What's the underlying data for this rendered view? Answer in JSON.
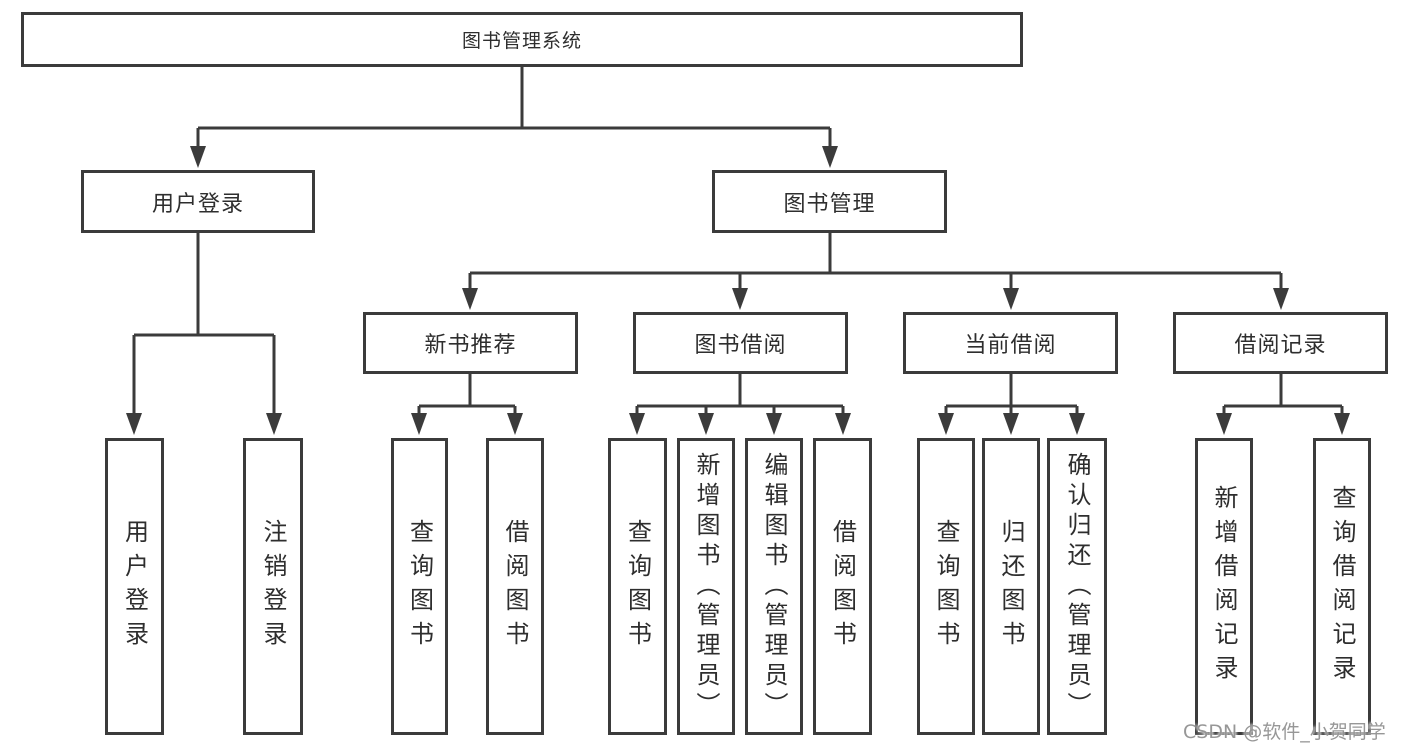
{
  "diagram": {
    "root": {
      "label": "图书管理系统"
    },
    "level2": {
      "user_login": {
        "label": "用户登录"
      },
      "book_mgmt": {
        "label": "图书管理"
      }
    },
    "level3": {
      "new_book_rec": {
        "label": "新书推荐"
      },
      "book_borrow": {
        "label": "图书借阅"
      },
      "current_borrow": {
        "label": "当前借阅"
      },
      "borrow_record": {
        "label": "借阅记录"
      }
    },
    "leaves": {
      "user_login": {
        "label": "用户登录"
      },
      "logout": {
        "label": "注销登录"
      },
      "rec_query_books": {
        "label": "查询图书"
      },
      "rec_borrow_books": {
        "label": "借阅图书"
      },
      "borrow_query_books": {
        "label": "查询图书"
      },
      "borrow_add_books": {
        "label": "新增图书（管理员）"
      },
      "borrow_edit_books": {
        "label": "编辑图书（管理员）"
      },
      "borrow_borrow_books": {
        "label": "借阅图书"
      },
      "current_query_books": {
        "label": "查询图书"
      },
      "current_return_books": {
        "label": "归还图书"
      },
      "current_confirm_return": {
        "label": "确认归还（管理员）"
      },
      "record_add": {
        "label": "新增借阅记录"
      },
      "record_query": {
        "label": "查询借阅记录"
      }
    },
    "colors": {
      "line": "#3b3b3b",
      "text": "#2e2e2e",
      "watermark": "#919191"
    },
    "watermark": "CSDN @软件_小贺同学"
  }
}
